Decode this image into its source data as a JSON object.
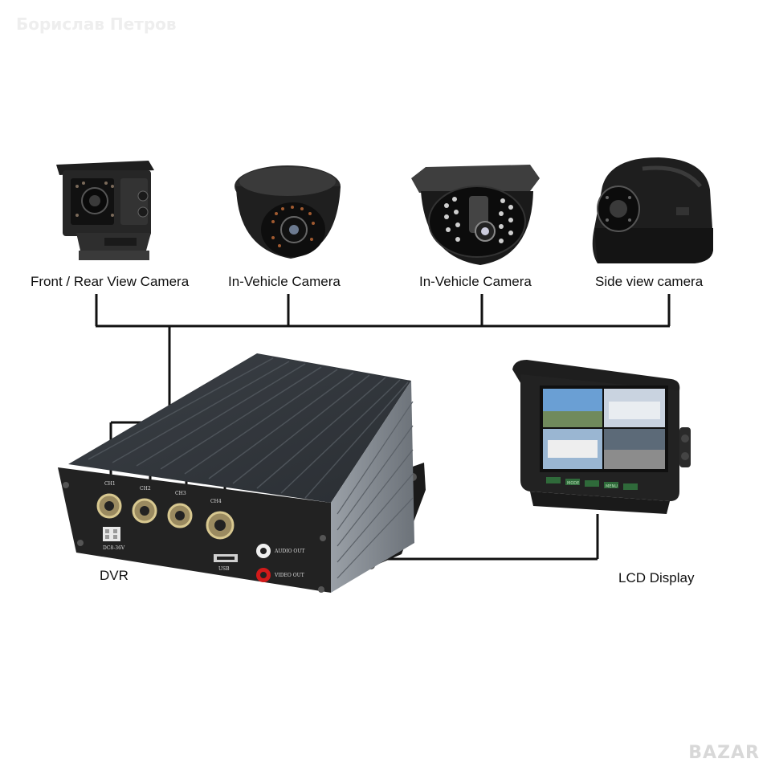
{
  "watermark": "Борислав Петров",
  "logo": "BAZAR",
  "cameras": [
    {
      "label": "Front / Rear View Camera",
      "icon": "front-rear-camera-icon"
    },
    {
      "label": "In-Vehicle Camera",
      "icon": "dome-camera-icon"
    },
    {
      "label": "In-Vehicle Camera",
      "icon": "dome-camera-ir-icon"
    },
    {
      "label": "Side view camera",
      "icon": "side-camera-icon"
    }
  ],
  "dvr": {
    "label": "DVR",
    "ports": [
      "CH1",
      "CH2",
      "CH3",
      "CH4"
    ],
    "audio_out": "AUDIO OUT",
    "video_out": "VIDEO OUT",
    "usb": "USB",
    "power": "DC8-36V"
  },
  "monitor": {
    "label": "LCD Display",
    "buttons": [
      "MODE",
      "MENU"
    ]
  },
  "colors": {
    "line": "#111111",
    "device": "#2b2b2b",
    "housing": "#8a9097"
  }
}
